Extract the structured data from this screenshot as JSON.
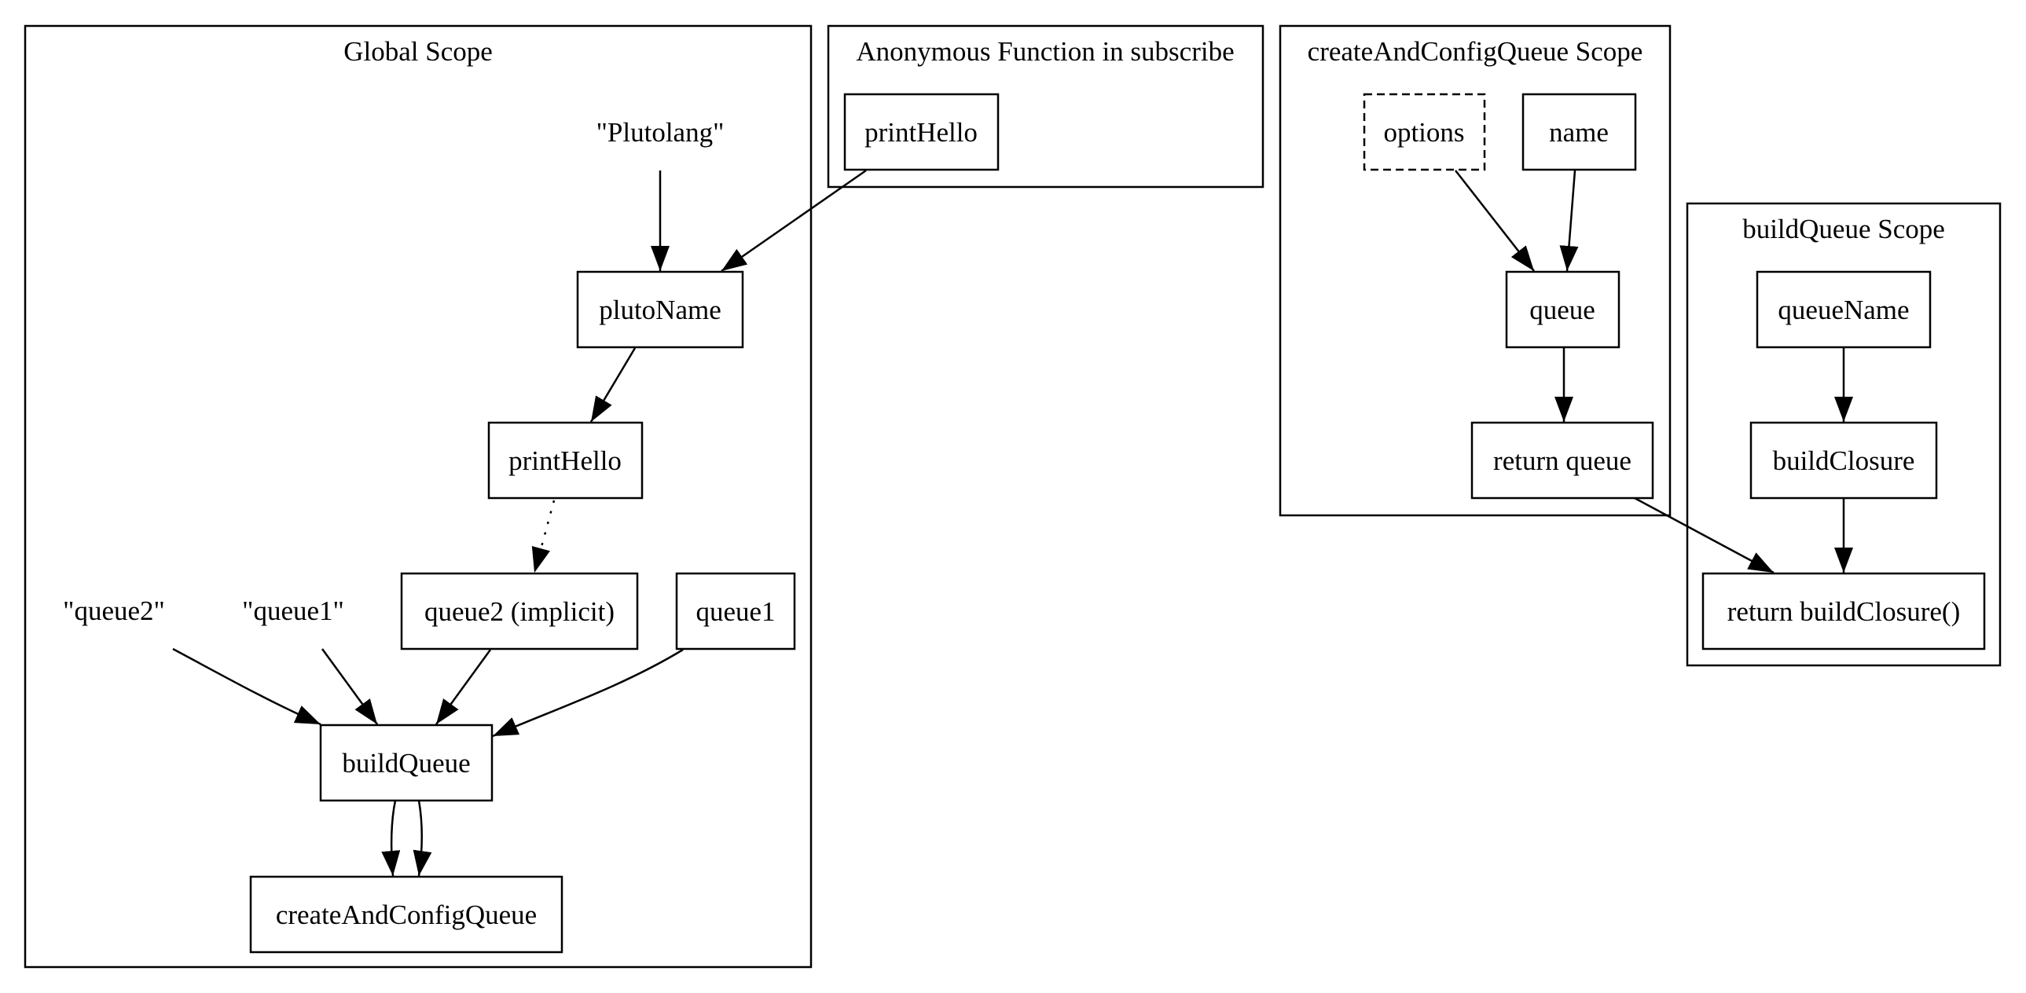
{
  "scopes": {
    "global": "Global Scope",
    "anonymous": "Anonymous Function in subscribe",
    "create_and_config": "createAndConfigQueue Scope",
    "build_queue": "buildQueue Scope"
  },
  "nodes": {
    "plutolang_literal": "\"Plutolang\"",
    "pluto_name": "plutoName",
    "print_hello_global": "printHello",
    "queue2_literal": "\"queue2\"",
    "queue1_literal": "\"queue1\"",
    "queue2_implicit": "queue2 (implicit)",
    "queue1": "queue1",
    "build_queue_call": "buildQueue",
    "create_and_config_queue_call": "createAndConfigQueue",
    "print_hello_anon": "printHello",
    "options": "options",
    "name": "name",
    "queue": "queue",
    "return_queue": "return queue",
    "queue_name": "queueName",
    "build_closure": "buildClosure",
    "return_build_closure": "return buildClosure()"
  },
  "edges": [
    {
      "from": "plutolang_literal",
      "to": "pluto_name",
      "style": "solid"
    },
    {
      "from": "print_hello_anon",
      "to": "pluto_name",
      "style": "solid"
    },
    {
      "from": "pluto_name",
      "to": "print_hello_global",
      "style": "solid"
    },
    {
      "from": "print_hello_global",
      "to": "queue2_implicit",
      "style": "dotted"
    },
    {
      "from": "queue2_literal",
      "to": "build_queue_call",
      "style": "solid"
    },
    {
      "from": "queue1_literal",
      "to": "build_queue_call",
      "style": "solid"
    },
    {
      "from": "queue2_implicit",
      "to": "build_queue_call",
      "style": "solid"
    },
    {
      "from": "queue1",
      "to": "build_queue_call",
      "style": "solid"
    },
    {
      "from": "build_queue_call",
      "to": "create_and_config_queue_call",
      "style": "solid"
    },
    {
      "from": "build_queue_call",
      "to": "create_and_config_queue_call",
      "style": "solid"
    },
    {
      "from": "options",
      "to": "queue",
      "style": "solid"
    },
    {
      "from": "name",
      "to": "queue",
      "style": "solid"
    },
    {
      "from": "queue",
      "to": "return_queue",
      "style": "solid"
    },
    {
      "from": "return_queue",
      "to": "return_build_closure",
      "style": "solid"
    },
    {
      "from": "queue_name",
      "to": "build_closure",
      "style": "solid"
    },
    {
      "from": "build_closure",
      "to": "return_build_closure",
      "style": "solid"
    }
  ],
  "colors": {
    "stroke": "#000000",
    "background": "#ffffff"
  }
}
